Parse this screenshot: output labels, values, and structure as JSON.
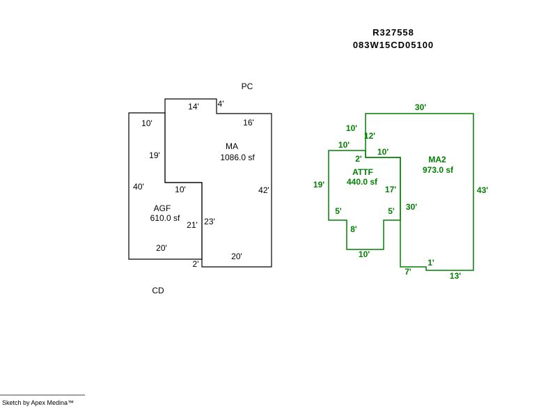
{
  "header": {
    "record_id": "R327558",
    "parcel_id": "083W15CD05100"
  },
  "figure_left": {
    "color": "#000000",
    "area_ma": {
      "name": "MA",
      "size": "1086.0 sf"
    },
    "area_agf": {
      "name": "AGF",
      "size": "610.0 sf"
    },
    "label_pc": "PC",
    "label_cd": "CD",
    "dims": [
      "14'",
      "4'",
      "16'",
      "10'",
      "19'",
      "40'",
      "10'",
      "42'",
      "21'",
      "23'",
      "20'",
      "20'",
      "2'"
    ]
  },
  "figure_right": {
    "color": "#008000",
    "area_ma2": {
      "name": "MA2",
      "size": "973.0 sf"
    },
    "area_attf": {
      "name": "ATTF",
      "size": "440.0 sf"
    },
    "dims": [
      "30'",
      "10'",
      "12'",
      "10'",
      "10'",
      "2'",
      "19'",
      "17'",
      "43'",
      "30'",
      "5'",
      "5'",
      "8'",
      "10'",
      "1'",
      "7'",
      "13'"
    ]
  },
  "footer": {
    "credit": "Sketch by Apex Medina™"
  }
}
